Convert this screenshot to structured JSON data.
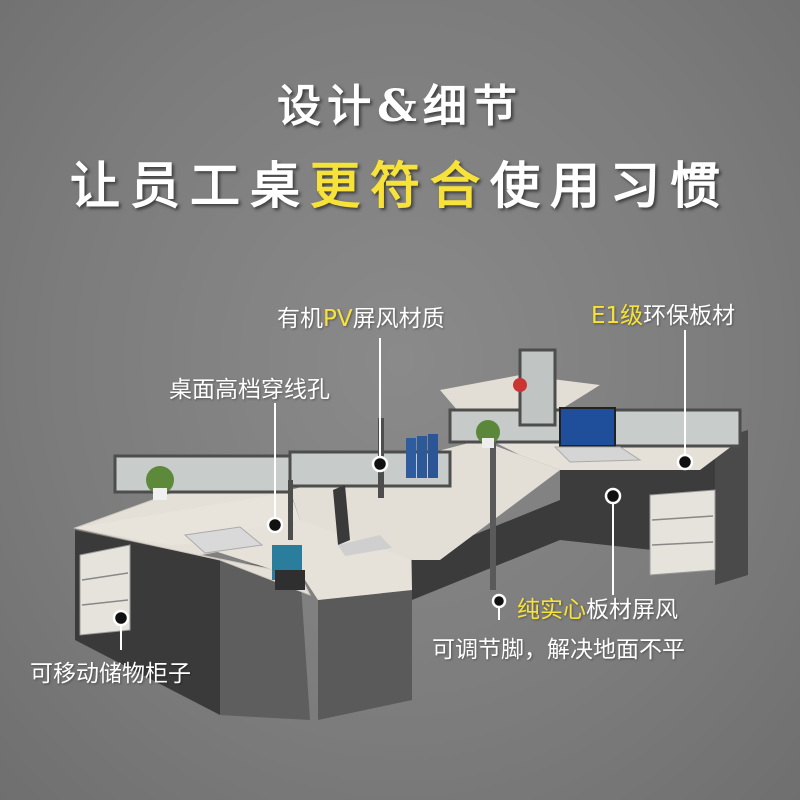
{
  "heading": {
    "line1": "设计&细节",
    "line2_prefix": "让员工桌",
    "line2_highlight": "更符合",
    "line2_suffix": "使用习惯"
  },
  "callouts": {
    "pv_screen": {
      "highlight": "PV",
      "prefix": "有机",
      "suffix": "屏风材质"
    },
    "e1_board": {
      "highlight": "E1级",
      "suffix": "环保板材"
    },
    "cable_hole": {
      "text": "桌面高档穿线孔"
    },
    "solid_screen": {
      "highlight": "纯实心",
      "suffix": "板材屏风"
    },
    "adjustable_feet": {
      "text": "可调节脚，解决地面不平"
    },
    "mobile_cabinet": {
      "text": "可移动储物柜子"
    }
  },
  "colors": {
    "highlight": "#f7e23a",
    "background": "#7c7c7c",
    "desktop": "#e4e0d8",
    "frame": "#4a4a4a"
  }
}
